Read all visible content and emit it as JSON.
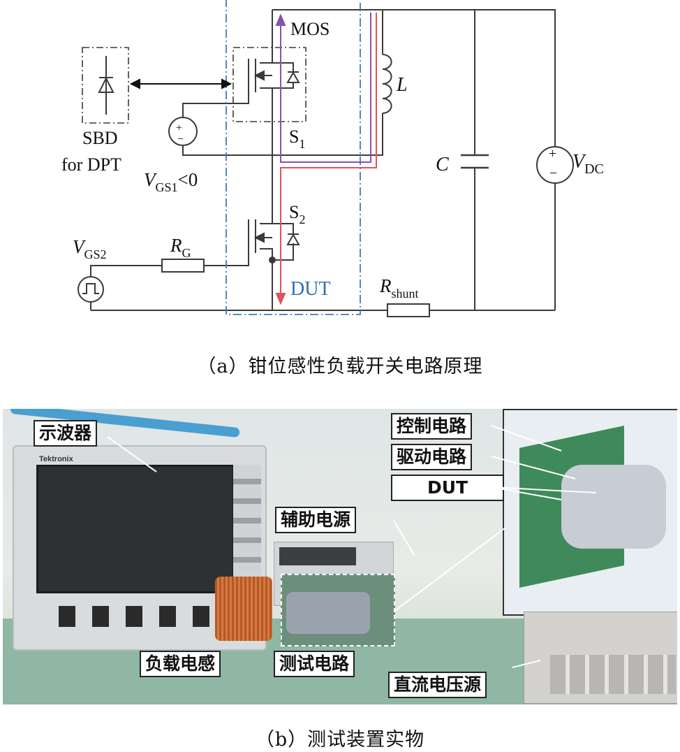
{
  "circuit": {
    "labels": {
      "mos": "MOS",
      "inductor": "L",
      "sbd": "SBD",
      "for_dpt": "for DPT",
      "s1": "S",
      "s1_sub": "1",
      "s2": "S",
      "s2_sub": "2",
      "vgs1": "V",
      "vgs1_sub": "GS1",
      "vgs1_cond": "<0",
      "vgs2": "V",
      "vgs2_sub": "GS2",
      "rg": "R",
      "rg_sub": "G",
      "dut": "DUT",
      "rshunt": "R",
      "rshunt_sub": "shunt",
      "cap": "C",
      "vdc": "V",
      "vdc_sub": "DC",
      "plus": "+",
      "minus": "−"
    },
    "colors": {
      "wire": "#3a3a3a",
      "mos_path": "#8a4fb0",
      "dut_path": "#e0535b",
      "dut_box": "#3b7bbf",
      "dut_text": "#2f6fb3"
    }
  },
  "captions": {
    "a": "（a）钳位感性负载开关电路原理",
    "b": "（b）测试装置实物"
  },
  "photo": {
    "labels": {
      "oscilloscope": "示波器",
      "control": "控制电路",
      "driver": "驱动电路",
      "dut": "DUT",
      "aux_power": "辅助电源",
      "load_inductor": "负载电感",
      "test_circuit": "测试电路",
      "dc_source": "直流电压源"
    },
    "brand": "Tektronix"
  }
}
